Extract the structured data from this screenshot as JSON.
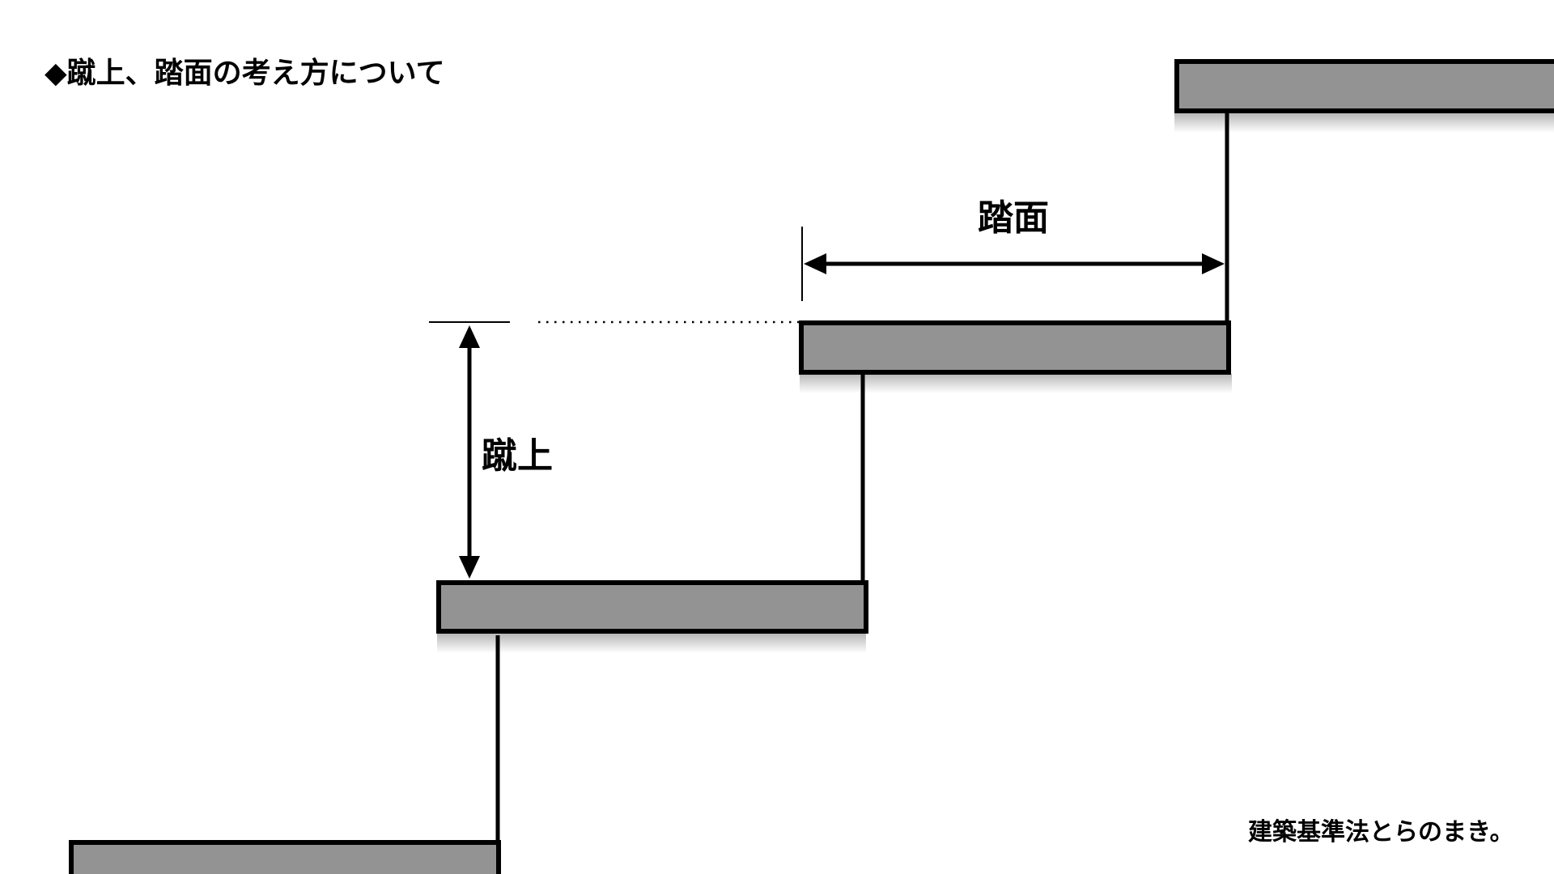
{
  "title": "◆蹴上、踏面の考え方について",
  "labels": {
    "tread": "踏面",
    "riser": "蹴上"
  },
  "footer": {
    "credit": "建築基準法とらのまき。"
  },
  "colors": {
    "step_fill": "#939393",
    "stroke": "#000000",
    "background": "#ffffff"
  }
}
